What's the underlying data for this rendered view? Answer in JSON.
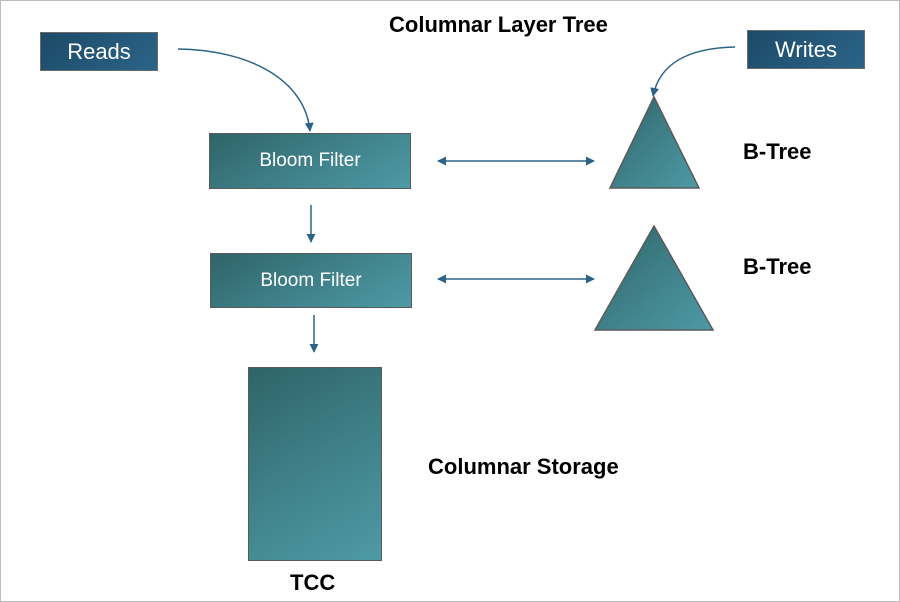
{
  "title": "Columnar Layer Tree",
  "nodes": {
    "reads": "Reads",
    "writes": "Writes",
    "bloom_filter_1": "Bloom Filter",
    "bloom_filter_2": "Bloom Filter",
    "btree_1_label": "B-Tree",
    "btree_2_label": "B-Tree",
    "columnar_storage_label": "Columnar Storage",
    "tcc_label": "TCC"
  },
  "colors": {
    "io_box": "#1f4e6e",
    "teal": "#3f8088",
    "arrow": "#2b6486"
  },
  "edges": [
    {
      "from": "Reads",
      "to": "Bloom Filter (1)"
    },
    {
      "from": "Writes",
      "to": "B-Tree (1)"
    },
    {
      "from": "Bloom Filter (1)",
      "to": "B-Tree (1)",
      "bidirectional": true
    },
    {
      "from": "Bloom Filter (2)",
      "to": "B-Tree (2)",
      "bidirectional": true
    },
    {
      "from": "Bloom Filter (1)",
      "to": "Bloom Filter (2)"
    },
    {
      "from": "Bloom Filter (2)",
      "to": "TCC"
    }
  ]
}
